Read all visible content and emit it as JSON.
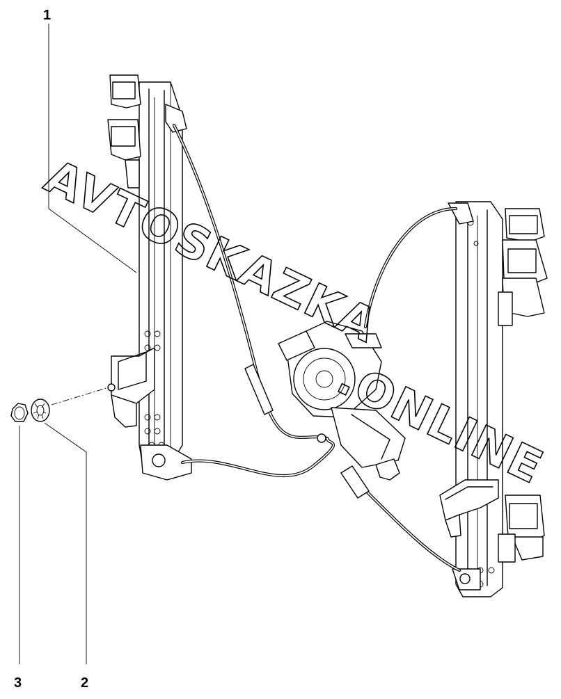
{
  "callouts": {
    "part1": "1",
    "part2": "2",
    "part3": "3"
  },
  "watermark": {
    "line1": "AVTOSKAZKA",
    "line2": ".ONLINE"
  }
}
